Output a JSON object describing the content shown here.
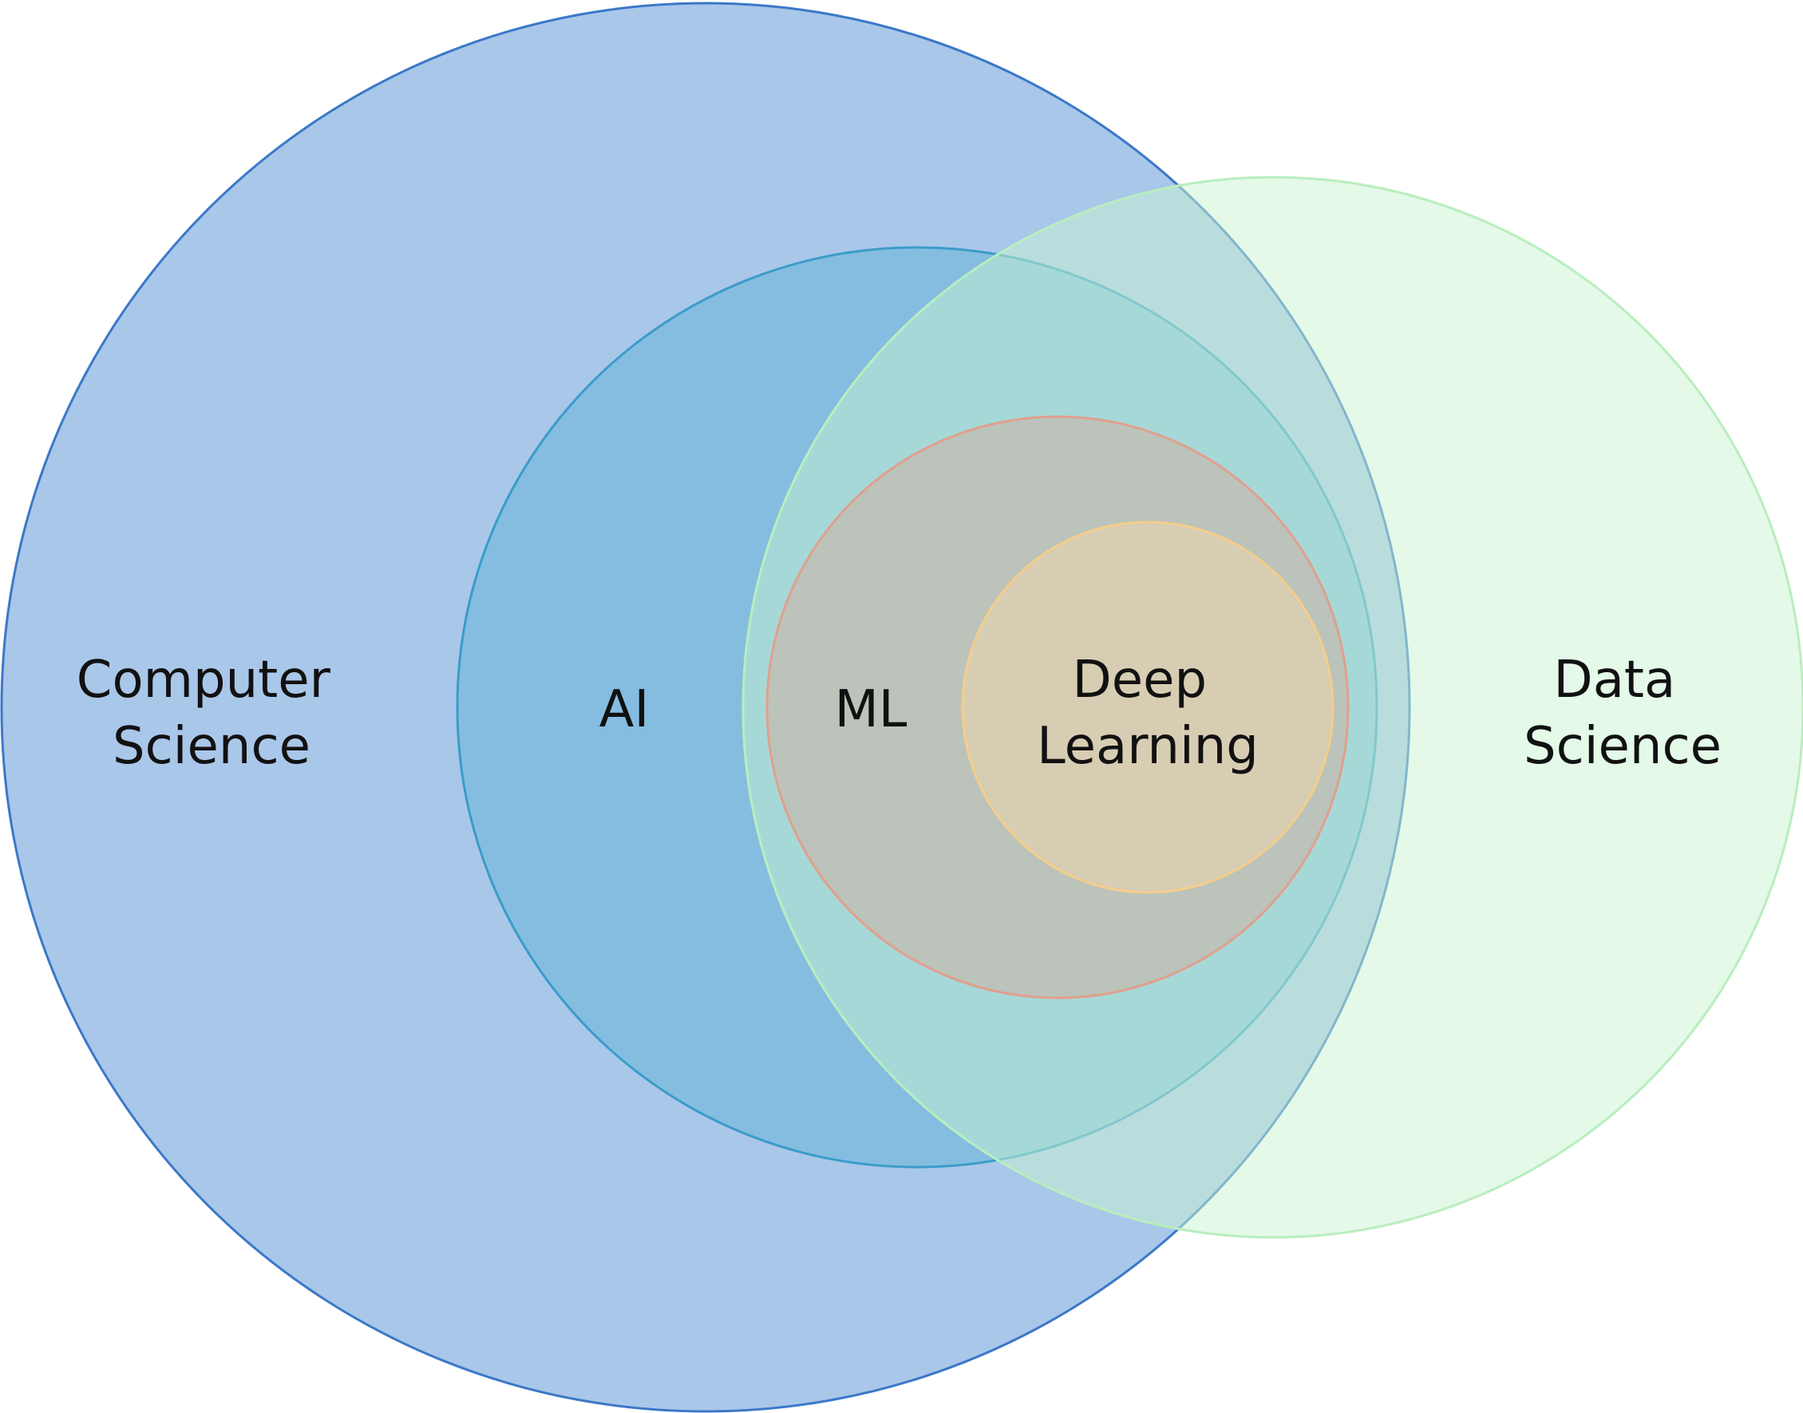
{
  "diagram": {
    "type": "nested-venn",
    "sets": {
      "computer_science": {
        "line1": "Computer",
        "line2": "Science",
        "fill": "#A9C7E9",
        "stroke": "#3B78C8"
      },
      "ai": {
        "label": "AI",
        "fill": "#85BDE0",
        "stroke": "#3A9CC9"
      },
      "data_science": {
        "line1": "Data",
        "line2": "Science",
        "fill": "#C9F3CF",
        "stroke": "#B8EEBE"
      },
      "ml": {
        "label": "ML",
        "fill": "#BBC3BB",
        "stroke": "#E0A08C"
      },
      "deep_learning": {
        "line1": "Deep",
        "line2": "Learning",
        "fill": "#D7CDB3",
        "stroke": "#F5CD8A"
      }
    }
  }
}
